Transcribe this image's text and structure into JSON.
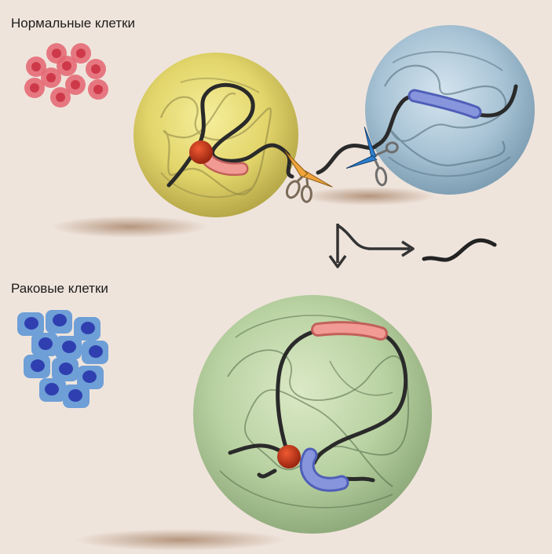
{
  "labels": {
    "normal_cells": "Нормальные клетки",
    "cancer_cells": "Раковые клетки"
  },
  "colors": {
    "background": "#efe4dc",
    "yellow_nucleus": "#e6da6c",
    "blue_nucleus": "#a9c4d6",
    "green_nucleus": "#b9d2a2",
    "red_cells": "#d94a58",
    "cancer_cells": "#2f3fb0",
    "pink_gene": "#e8807c",
    "blue_gene": "#6f7fd0",
    "anchor_ball": "#c8361c",
    "scissors_orange": "#f0a43a",
    "scissors_blue": "#2f7fd0",
    "chromatin": "#2a2a2a"
  },
  "icons": [
    "scissors-icon-orange",
    "scissors-icon-blue",
    "arrow-down-icon",
    "arrow-right-icon"
  ]
}
